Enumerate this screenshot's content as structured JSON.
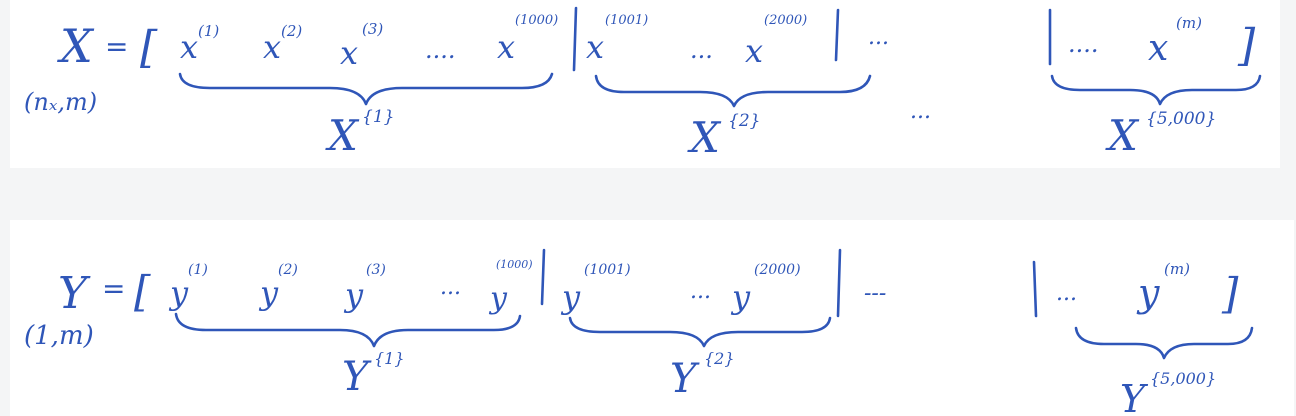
{
  "x_row": {
    "lhs": "X",
    "eq": "=",
    "open": "[",
    "dims": "(nₓ,m)",
    "t1": "x",
    "s1": "(1)",
    "t2": "x",
    "s2": "(2)",
    "t3": "x",
    "s3": "(3)",
    "dots1": "....",
    "t4": "x",
    "s4": "(1000)",
    "t5": "x",
    "s5": "(1001)",
    "dots2": "...",
    "t6": "x",
    "s6": "(2000)",
    "dots3": "...",
    "dots_mid": "...",
    "dots4": "....",
    "t7": "x",
    "s7": "(m)",
    "close": "]",
    "b1": "X",
    "b1s": "{1}",
    "b2": "X",
    "b2s": "{2}",
    "b3": "X",
    "b3s": "{5,000}"
  },
  "y_row": {
    "lhs": "Y",
    "eq": "=",
    "open": "[",
    "dims": "(1,m)",
    "t1": "y",
    "s1": "(1)",
    "t2": "y",
    "s2": "(2)",
    "t3": "y",
    "s3": "(3)",
    "dots1": "...",
    "t4": "y",
    "s4": "(1000)",
    "t5": "y",
    "s5": "(1001)",
    "dots2": "...",
    "t6": "y",
    "s6": "(2000)",
    "dots3": "---",
    "dots4": "...",
    "t7": "y",
    "s7": "(m)",
    "close": "]",
    "b1": "Y",
    "b1s": "{1}",
    "b2": "Y",
    "b2s": "{2}",
    "b3": "Y",
    "b3s": "{5,000}"
  },
  "colors": {
    "ink": "#2f56b8",
    "paper": "#ffffff",
    "background": "#f4f5f6"
  }
}
